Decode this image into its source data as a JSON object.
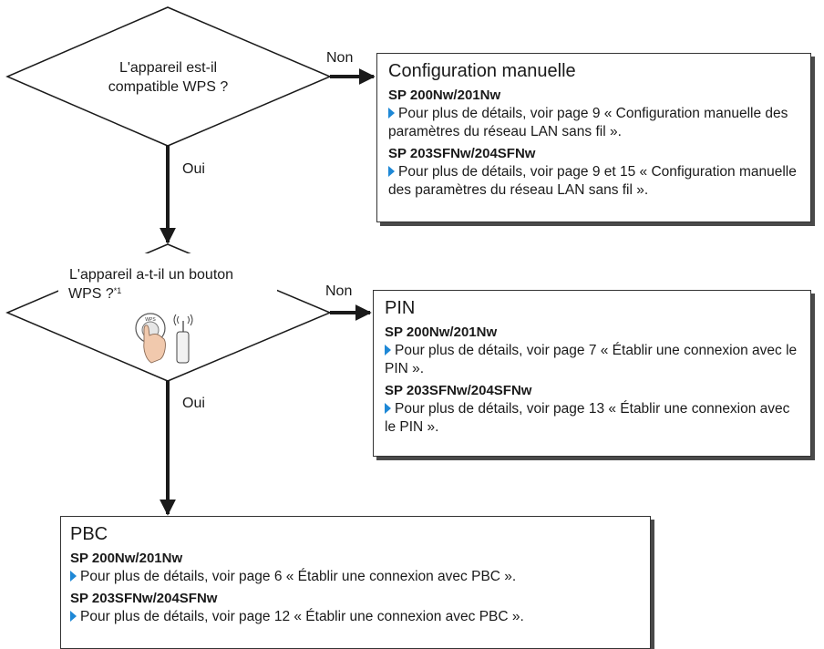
{
  "questions": {
    "q1": {
      "line1": "L'appareil est-il",
      "line2": "compatible WPS ?"
    },
    "q2": {
      "line1": "L'appareil a-t-il un bouton",
      "line2": "WPS ?",
      "footnote": "*1"
    }
  },
  "labels": {
    "no": "Non",
    "yes": "Oui"
  },
  "wps_button_text": "WPS",
  "boxes": {
    "manual": {
      "title": "Configuration manuelle",
      "model1": "SP 200Nw/201Nw",
      "detail1": "Pour plus de détails, voir page 9 « Configuration manuelle des paramètres du réseau LAN sans fil ».",
      "model2": "SP 203SFNw/204SFNw",
      "detail2": "Pour plus de détails, voir page 9 et 15 « Configuration manuelle des paramètres du réseau LAN sans fil »."
    },
    "pin": {
      "title": "PIN",
      "model1": "SP 200Nw/201Nw",
      "detail1": "Pour plus de détails, voir page 7 « Établir une connexion avec le PIN ».",
      "model2": "SP 203SFNw/204SFNw",
      "detail2": "Pour plus de détails, voir page 13 « Établir une connexion avec le PIN »."
    },
    "pbc": {
      "title": "PBC",
      "model1": "SP 200Nw/201Nw",
      "detail1": "Pour plus de détails, voir page 6 « Établir une connexion avec PBC ».",
      "model2": "SP 203SFNw/204SFNw",
      "detail2": "Pour plus de détails, voir page 12 « Établir une connexion avec PBC »."
    }
  },
  "colors": {
    "detail_arrow": "#1e88d6",
    "line": "#1a1a1a",
    "hand": "#f1c9ad"
  }
}
